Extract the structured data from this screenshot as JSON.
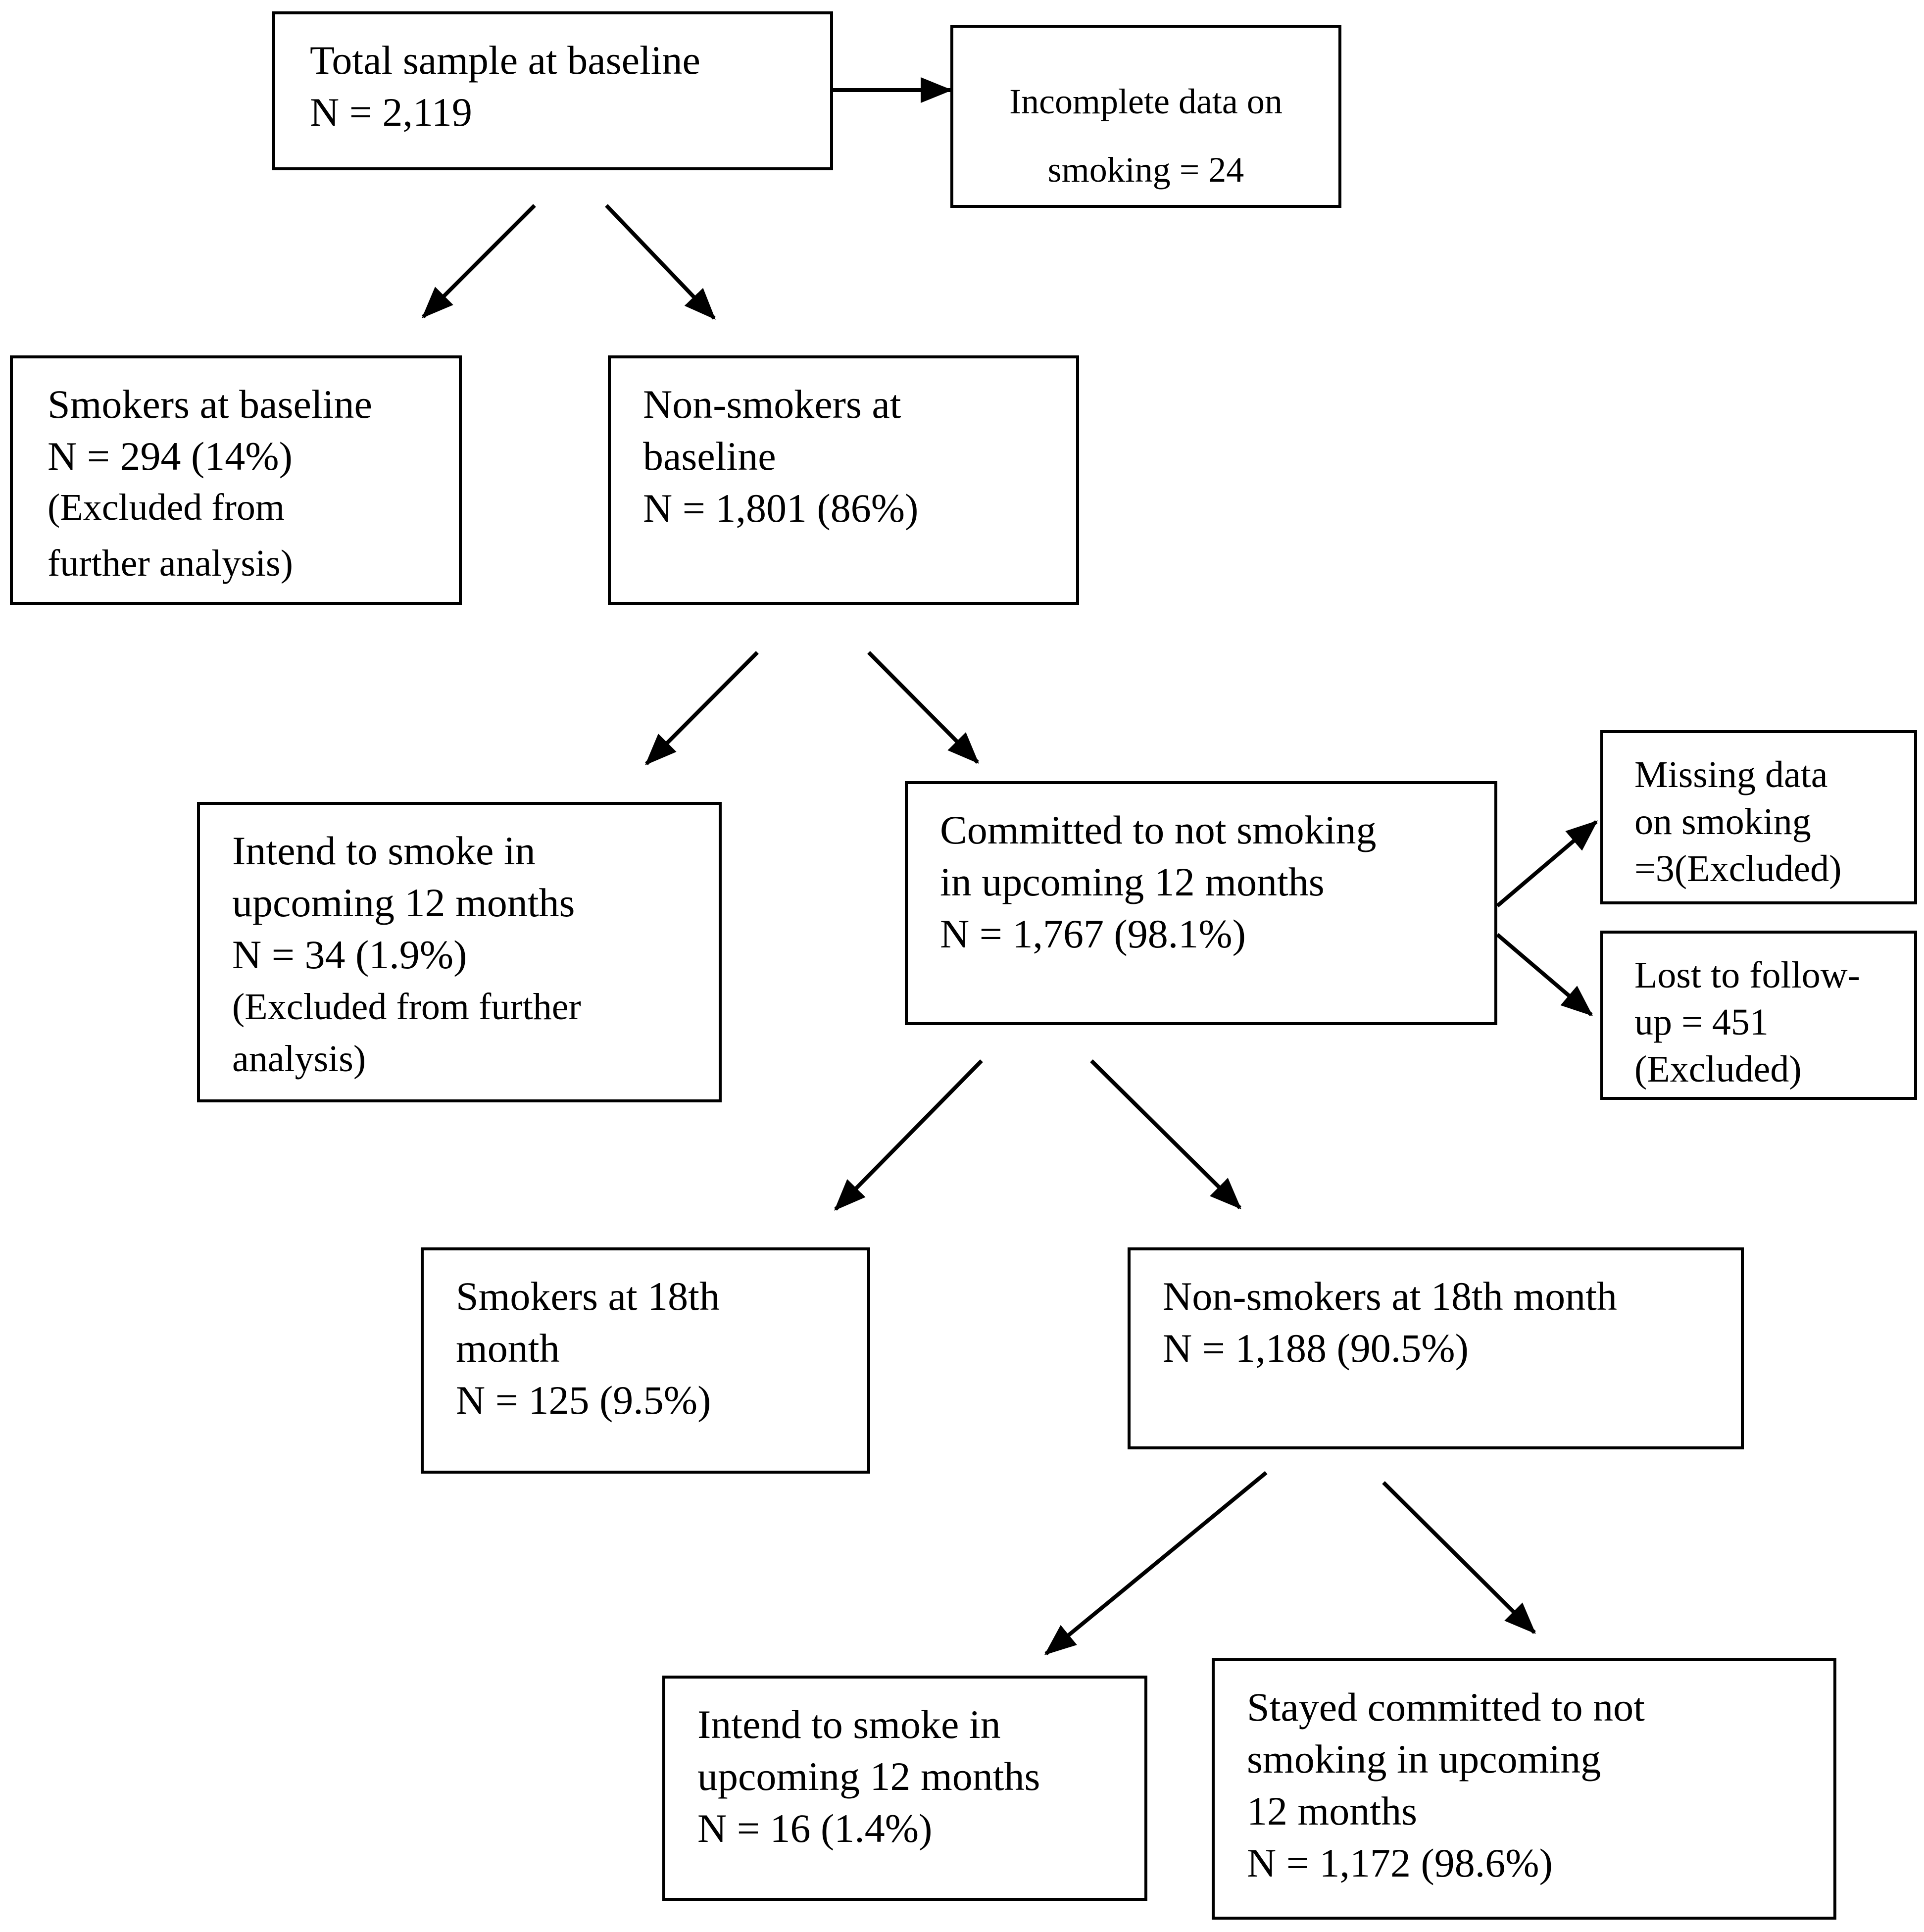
{
  "diagram": {
    "nodes": {
      "total_baseline": {
        "lines": [
          "Total sample at baseline",
          "N = 2,119"
        ]
      },
      "incomplete_data": {
        "lines": [
          "Incomplete data on",
          "smoking = 24"
        ]
      },
      "smokers_baseline": {
        "lines": [
          "Smokers at baseline",
          "N = 294 (14%)",
          "(Excluded from",
          "further analysis)"
        ]
      },
      "nonsmokers_baseline": {
        "lines": [
          "Non-smokers at",
          "baseline",
          "N = 1,801 (86%)"
        ]
      },
      "intend_smoke_1": {
        "lines": [
          "Intend to smoke in",
          "upcoming 12 months",
          "N = 34 (1.9%)",
          "(Excluded from further",
          "analysis)"
        ]
      },
      "committed_not_smoking": {
        "lines": [
          "Committed to not smoking",
          "in upcoming 12 months",
          "N = 1,767 (98.1%)"
        ]
      },
      "missing_data": {
        "lines": [
          "Missing data",
          "on smoking",
          "=3(Excluded)"
        ]
      },
      "lost_followup": {
        "lines": [
          "Lost to follow-",
          "up = 451",
          "(Excluded)"
        ]
      },
      "smokers_18m": {
        "lines": [
          "Smokers at 18th",
          "month",
          "N = 125 (9.5%)"
        ]
      },
      "nonsmokers_18m": {
        "lines": [
          "Non-smokers at 18th month",
          "N = 1,188 (90.5%)"
        ]
      },
      "intend_smoke_2": {
        "lines": [
          "Intend to smoke in",
          "upcoming 12 months",
          "N = 16 (1.4%)"
        ]
      },
      "stayed_committed": {
        "lines": [
          "Stayed committed to not",
          "smoking in upcoming",
          "12 months",
          "N = 1,172 (98.6%)"
        ]
      }
    }
  }
}
